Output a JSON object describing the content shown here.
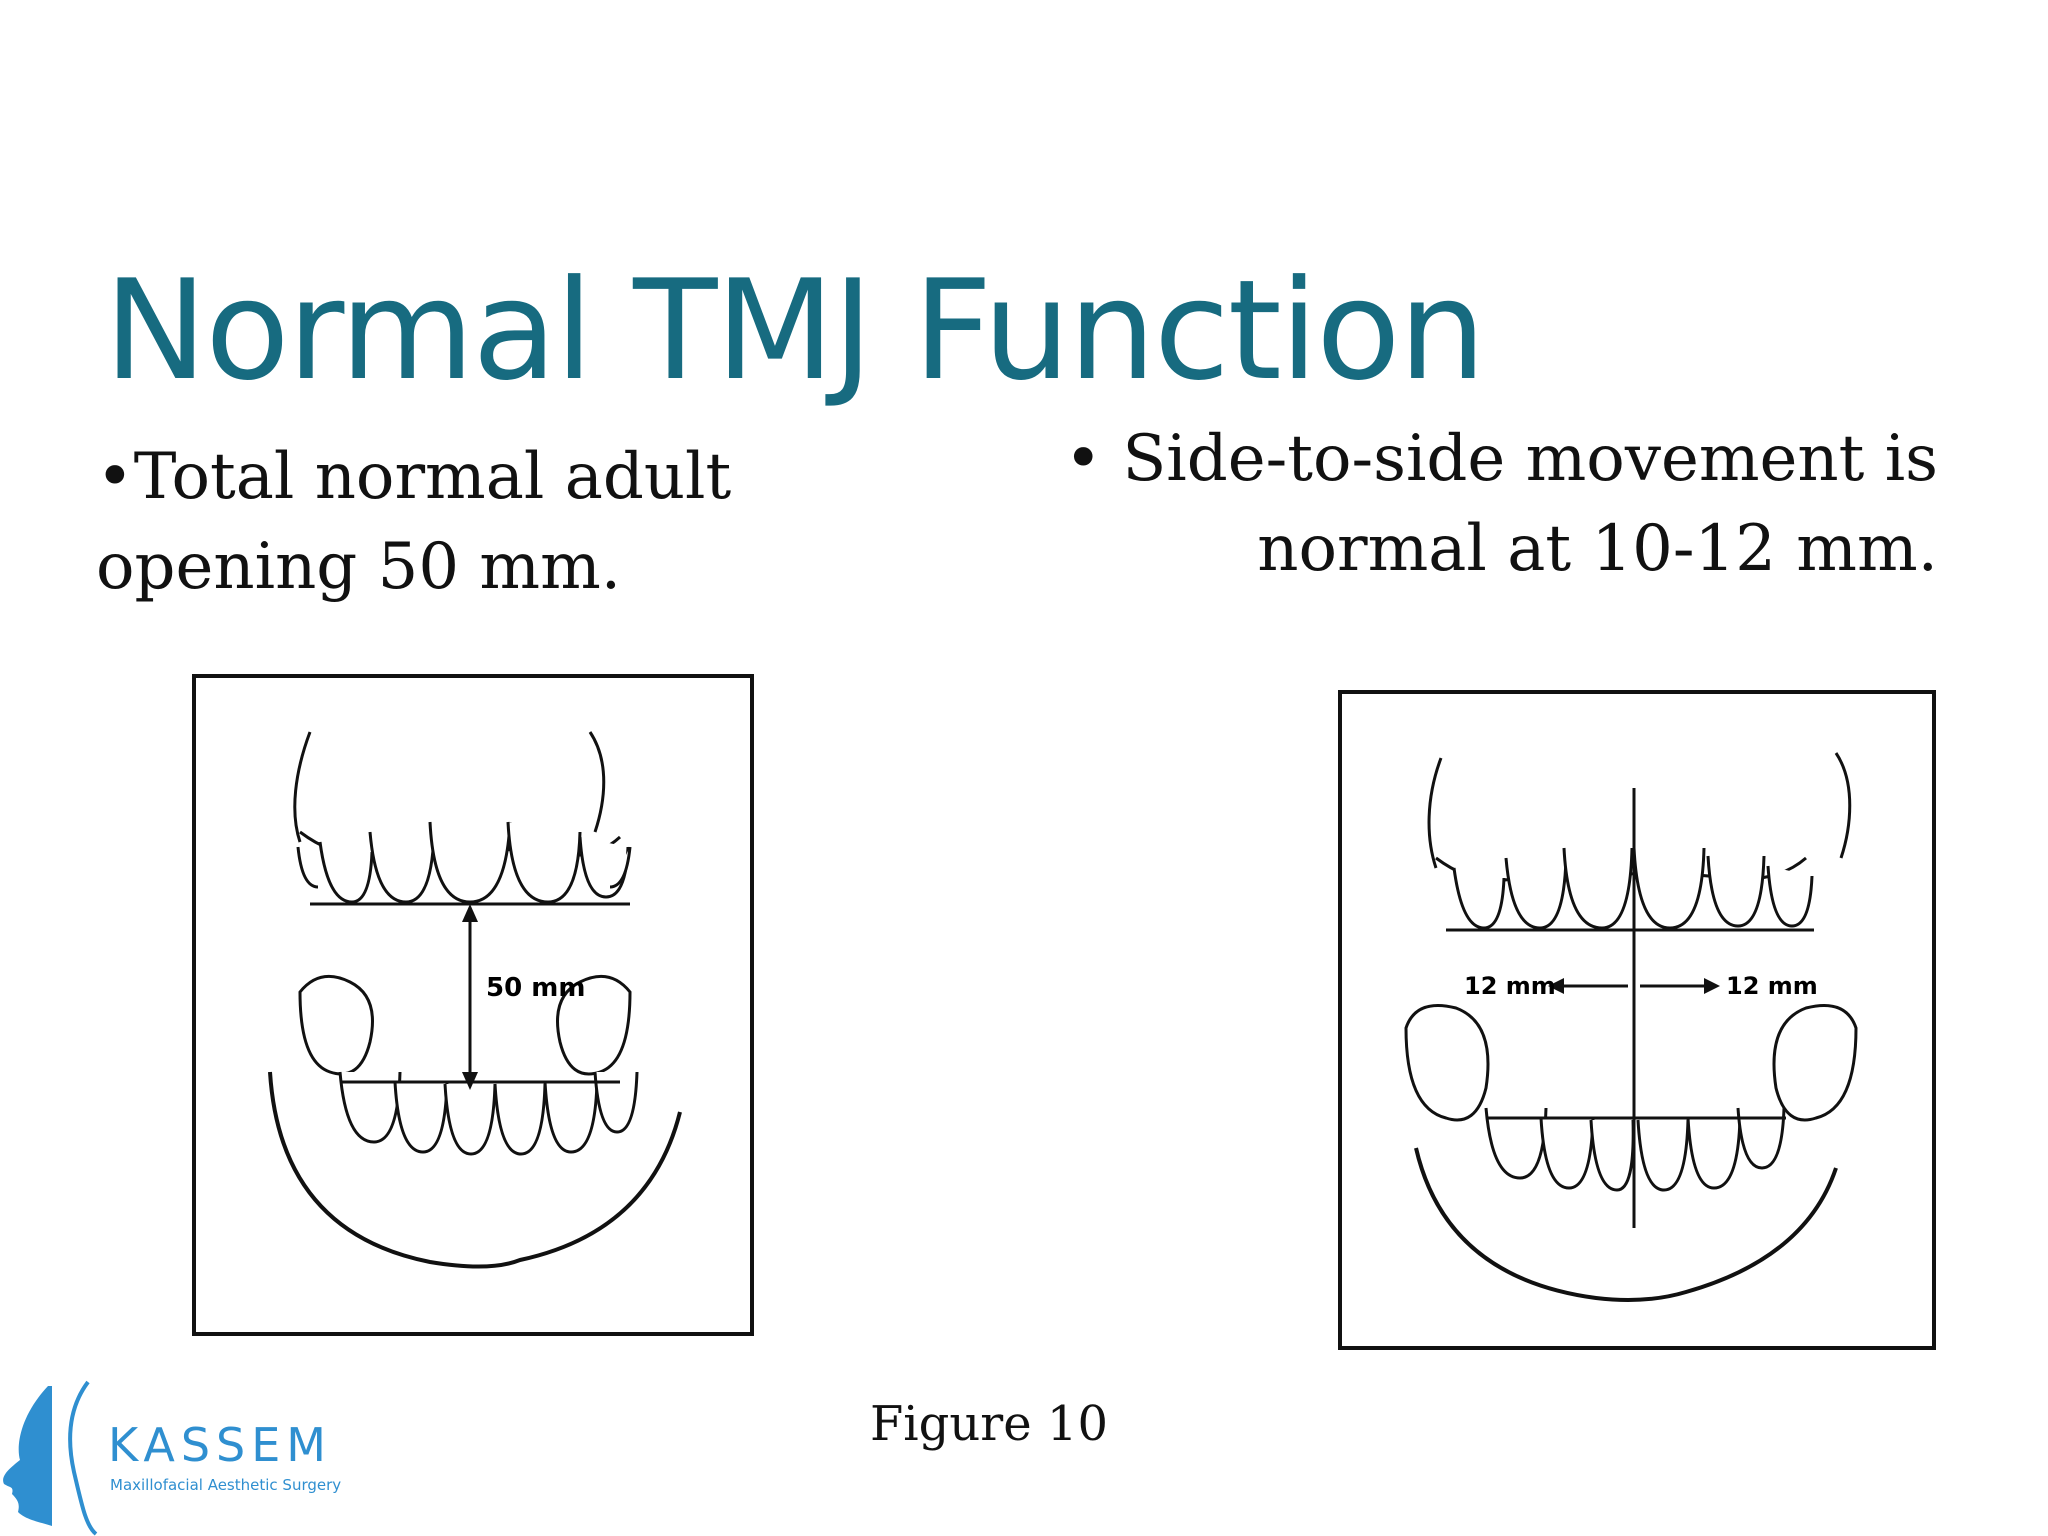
{
  "slide": {
    "title": "Normal TMJ Function",
    "bullet_left": {
      "line1": "•Total normal adult",
      "line2": "opening 50 mm."
    },
    "bullet_right": {
      "line1": "• Side-to-side movement is",
      "line2": "normal at 10-12 mm."
    },
    "figure_left_label": "50 mm",
    "figure_right_label_left": "12 mm",
    "figure_right_label_right": "12 mm",
    "caption": "Figure 10"
  },
  "logo": {
    "name": "KASSEM",
    "tagline": "Maxillofacial Aesthetic Surgery",
    "color": "#2f8fd0"
  },
  "colors": {
    "title": "#176b80",
    "text": "#111111"
  },
  "icons": {
    "logo": "face-profile-icon"
  }
}
